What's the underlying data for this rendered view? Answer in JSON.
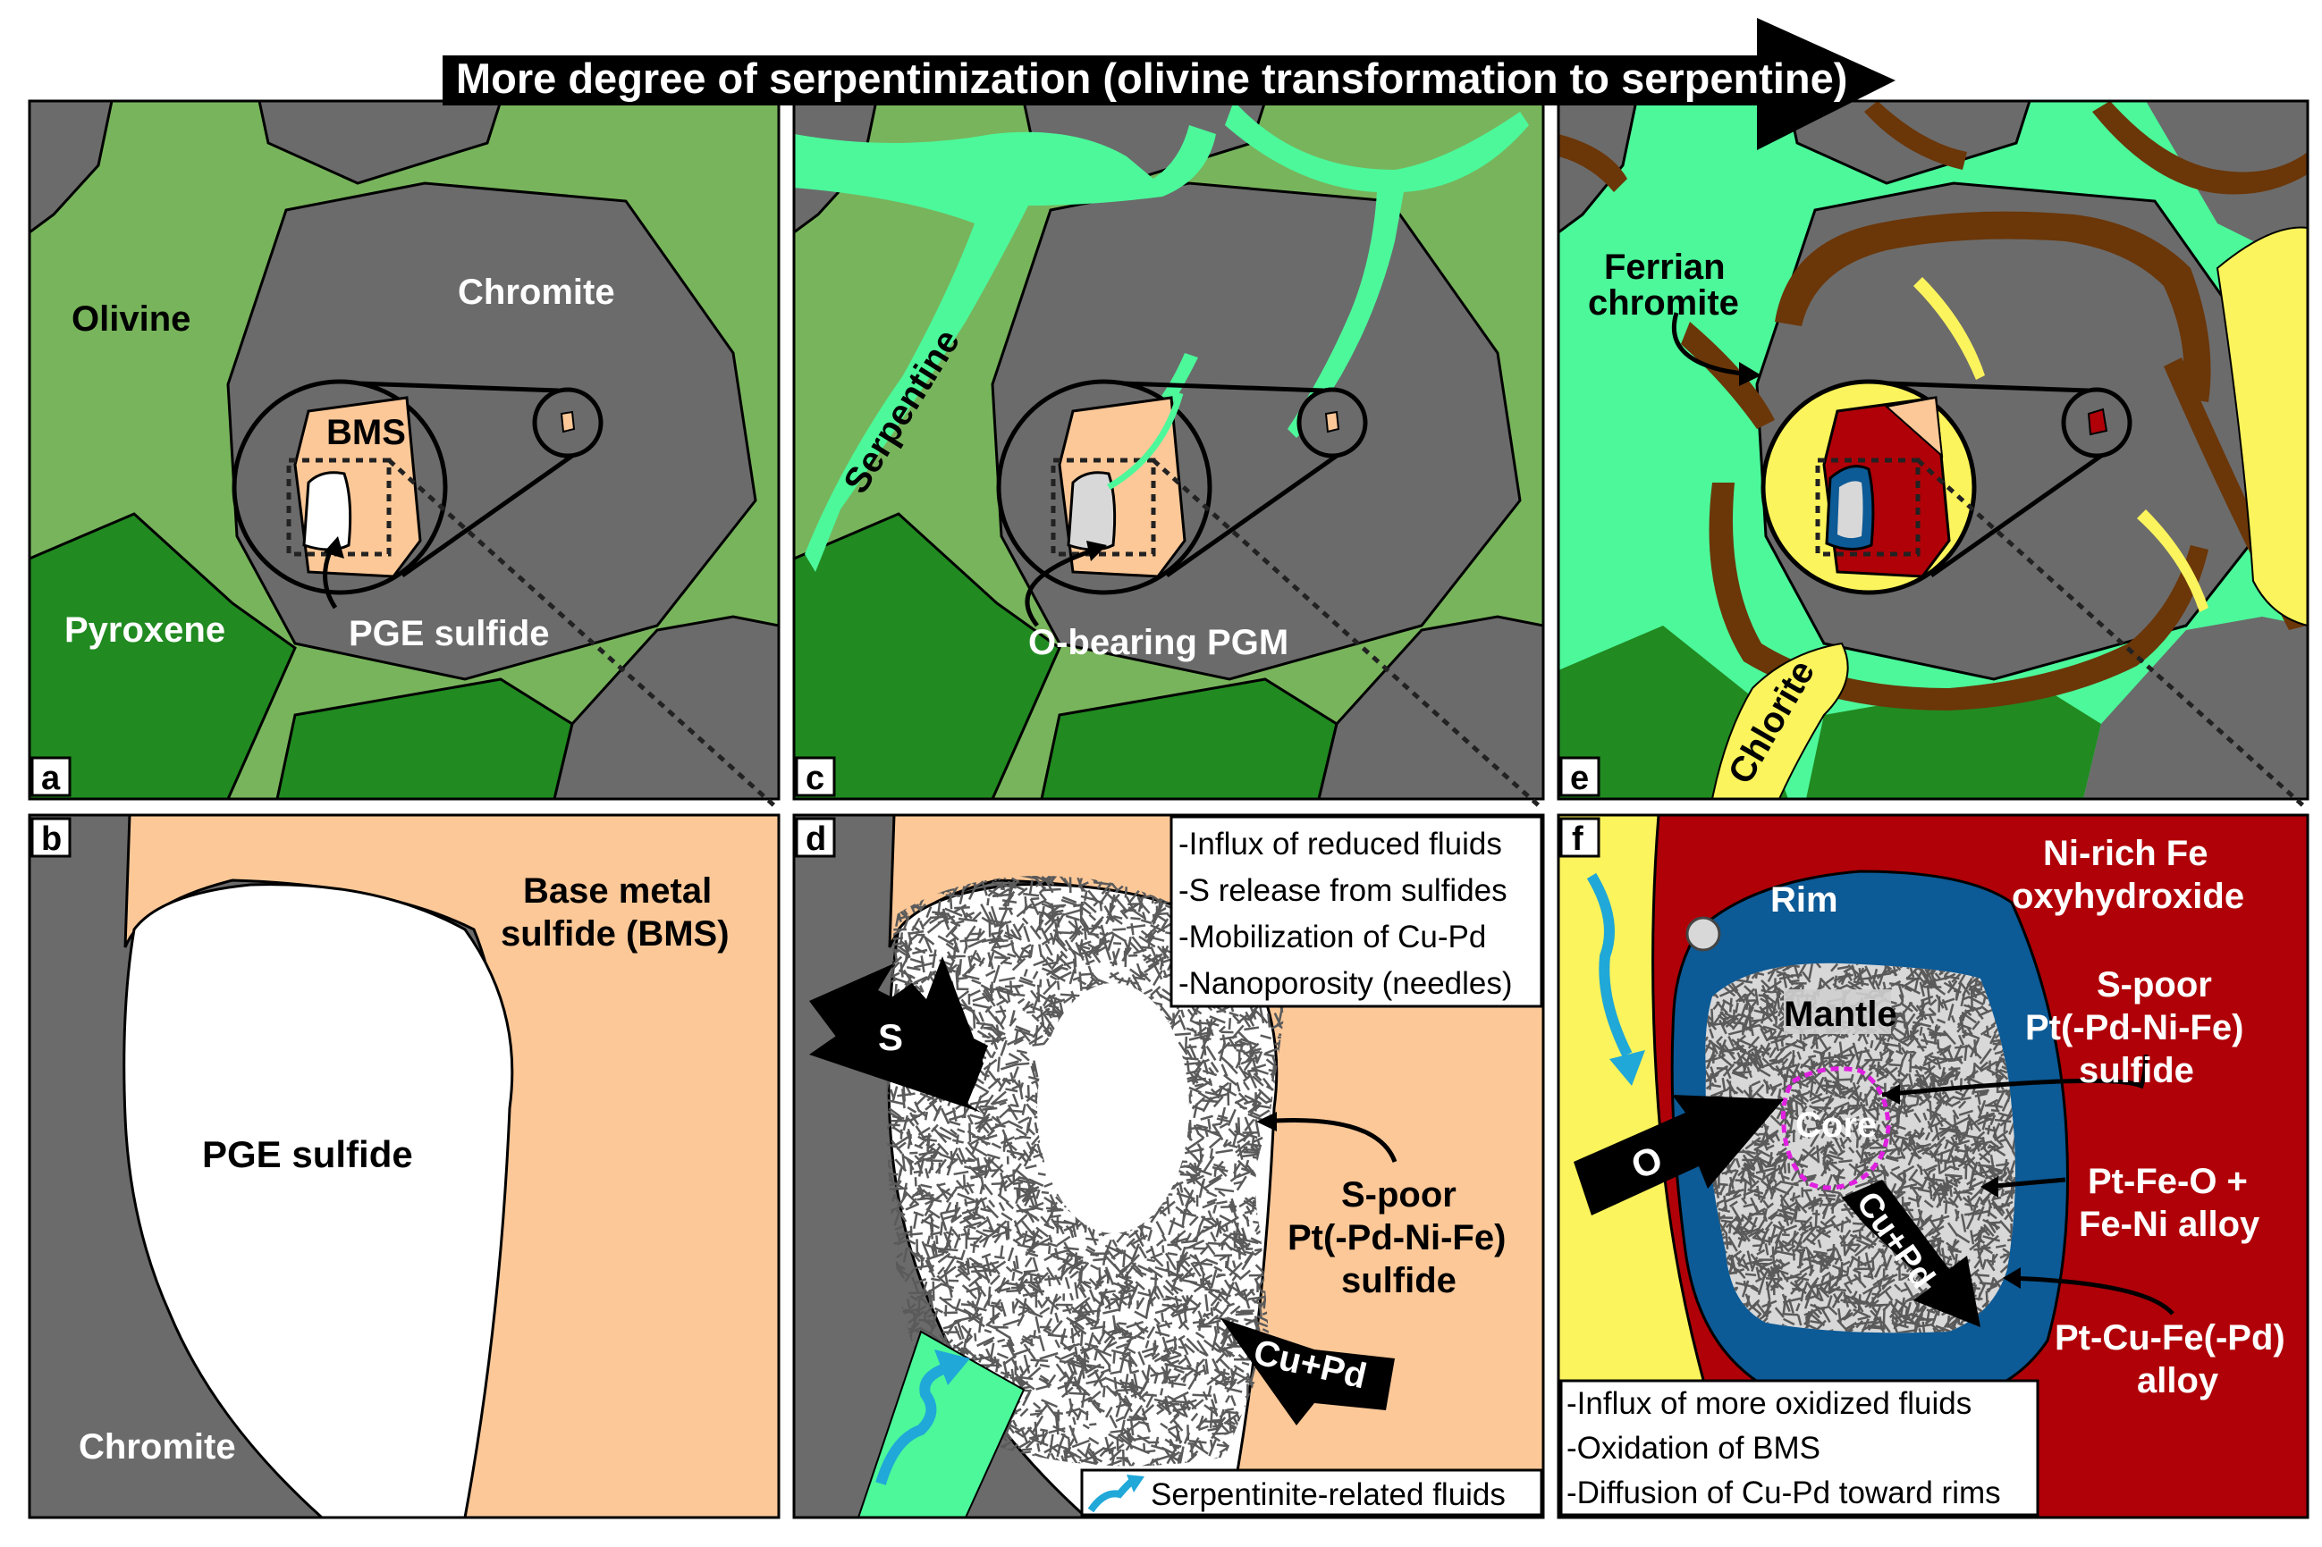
{
  "banner": "More degree of serpentinization (olivine transformation to serpentine)",
  "panels": {
    "a": {
      "letter": "a",
      "olivine": "Olivine",
      "chromite": "Chromite",
      "bms": "BMS",
      "pyroxene": "Pyroxene",
      "pge_sulfide": "PGE sulfide"
    },
    "b": {
      "letter": "b",
      "bms_line1": "Base metal",
      "bms_line2": "sulfide (BMS)",
      "pge_sulfide": "PGE sulfide",
      "chromite": "Chromite"
    },
    "c": {
      "letter": "c",
      "serpentine": "Serpentine",
      "o_pgm": "O-bearing PGM"
    },
    "d": {
      "letter": "d",
      "notes": [
        "-Influx of reduced fluids",
        "-S release from sulfides",
        "-Mobilization of Cu-Pd",
        "-Nanoporosity (needles)"
      ],
      "s_arrow": "S",
      "cupd_arrow": "Cu+Pd",
      "spoor": [
        "S-poor",
        "Pt(-Pd-Ni-Fe)",
        "sulfide"
      ],
      "legend": "Serpentinite-related fluids"
    },
    "e": {
      "letter": "e",
      "ferrian1": "Ferrian",
      "ferrian2": "chromite",
      "chlorite": "Chlorite"
    },
    "f": {
      "letter": "f",
      "rim": "Rim",
      "mantle": "Mantle",
      "core": "Core",
      "o_arrow": "O",
      "cupd_arrow": "Cu+Pd",
      "nirich": [
        "Ni-rich Fe",
        "oxyhydroxide"
      ],
      "spoor": [
        "S-poor",
        "Pt(-Pd-Ni-Fe)",
        "sulfide"
      ],
      "ptfeo": [
        "Pt-Fe-O +",
        "Fe-Ni alloy"
      ],
      "ptcufe": [
        "Pt-Cu-Fe(-Pd)",
        "alloy"
      ],
      "notes": [
        "-Influx of more oxidized fluids",
        "-Oxidation of BMS",
        "-Diffusion of Cu-Pd toward rims"
      ]
    }
  },
  "colors": {
    "olivine": "#78b45c",
    "chromite": "#6b6b6b",
    "pyroxene": "#218a21",
    "bms": "#fcc898",
    "serpentine": "#4cf89a",
    "brown": "#6b3608",
    "chlorite": "#fcf45c",
    "red": "#b00008",
    "blue": "#0c5a96",
    "needles": "#5a5a5a",
    "fluid": "#20a8d8",
    "core": "#e020e0"
  }
}
